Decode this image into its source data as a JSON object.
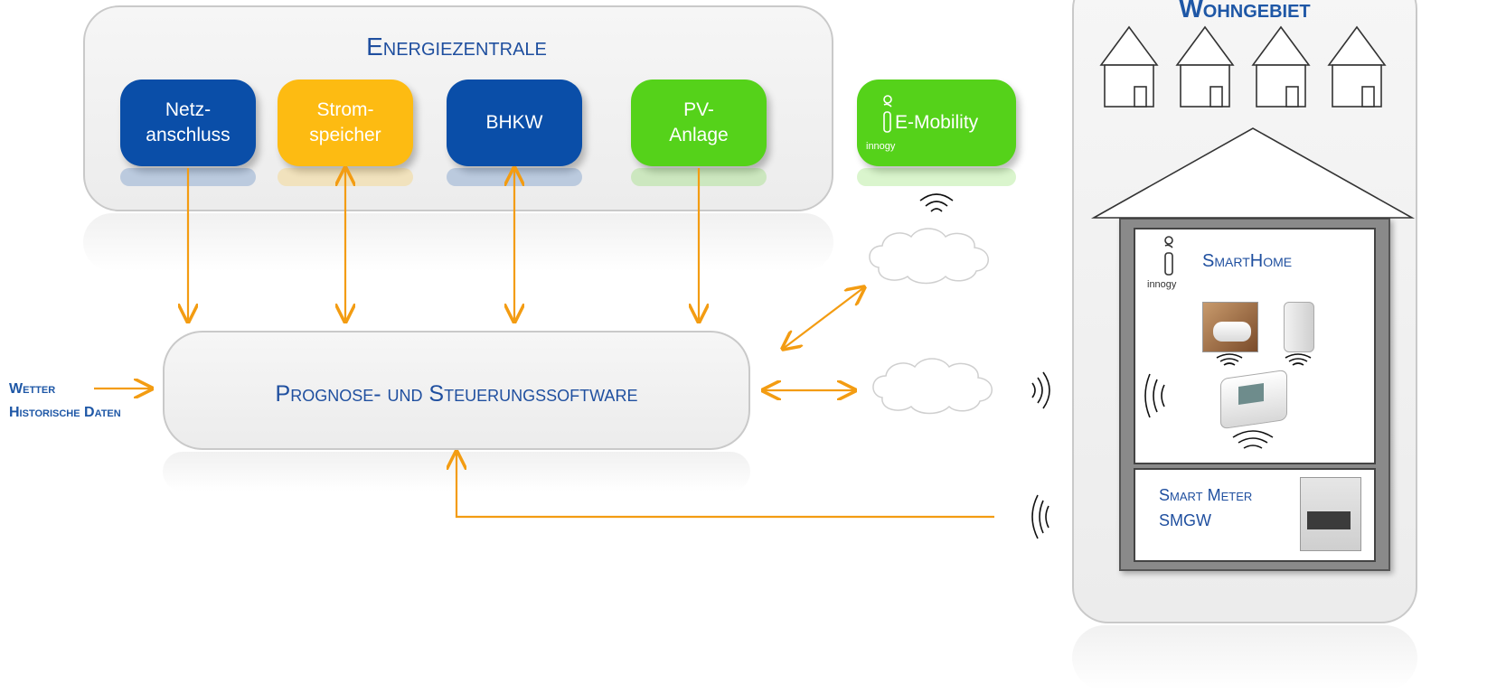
{
  "energiezentrale": {
    "title": "Energiezentrale",
    "boxes": [
      {
        "label": "Netz-\nanschluss",
        "color": "#0a4ea8"
      },
      {
        "label": "Strom-\nspeicher",
        "color": "#fdbb12"
      },
      {
        "label": "BHKW",
        "color": "#0a4ea8"
      },
      {
        "label": "PV-\nAnlage",
        "color": "#55d21a"
      }
    ]
  },
  "emobility": {
    "label": "E-Mobility",
    "brand": "innogy",
    "color": "#55d21a"
  },
  "software": {
    "label": "Prognose- und Steuerungssoftware"
  },
  "inputs": {
    "line1": "Wetter",
    "line2": "Historische Daten"
  },
  "wohngebiet": {
    "title": "Wohngebiet",
    "smarthome": {
      "title": "SmartHome",
      "brand": "innogy"
    },
    "smartmeter": {
      "line1": "Smart Meter",
      "line2": "SMGW"
    }
  },
  "colors": {
    "accent": "#1f4f9f",
    "arrow": "#f39c12",
    "panel": "#eeeeee"
  }
}
